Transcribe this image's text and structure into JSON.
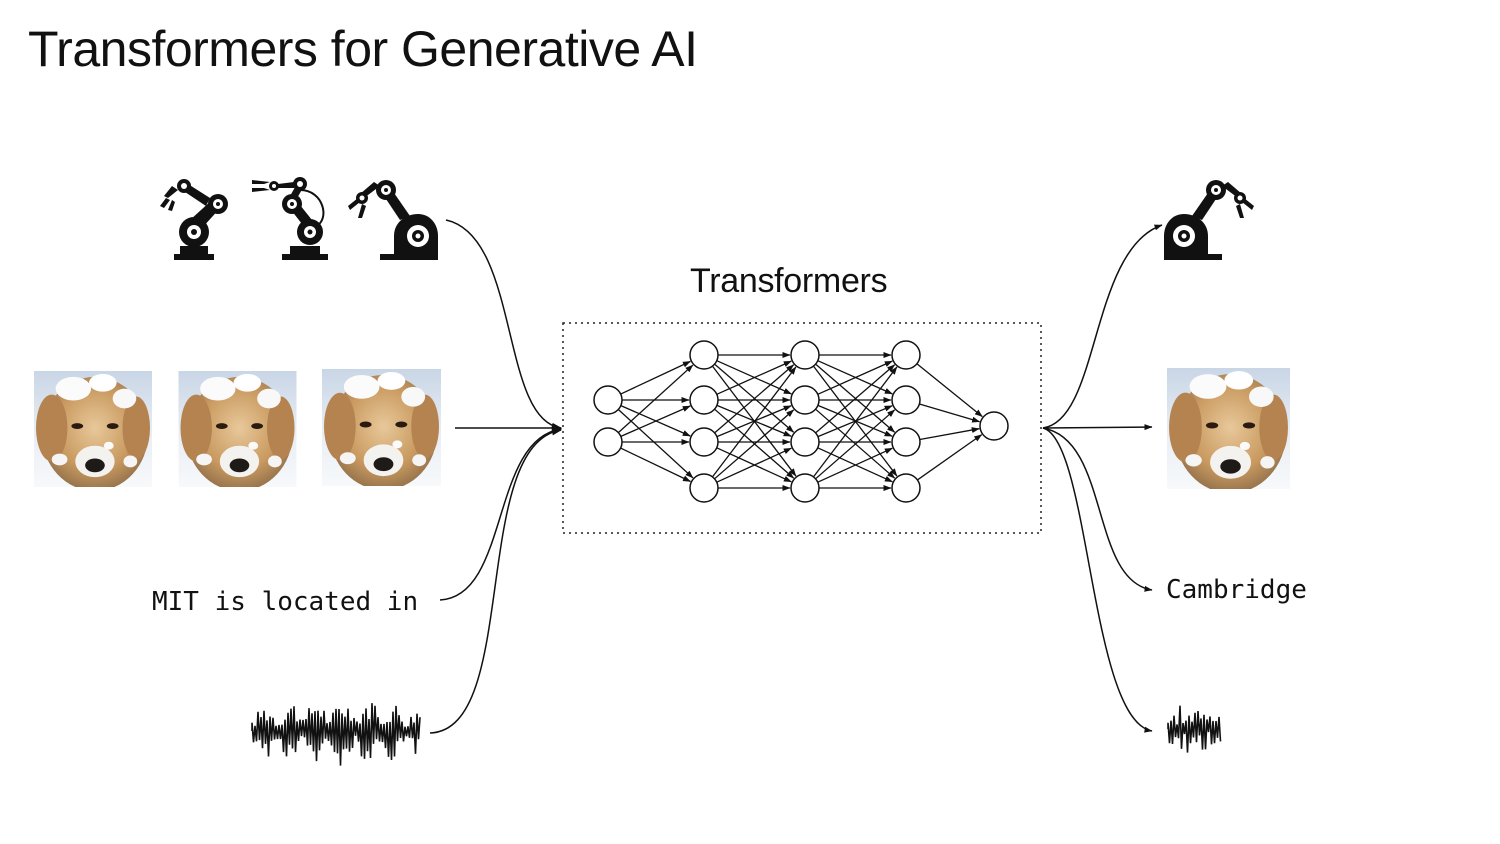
{
  "title": "Transformers for Generative AI",
  "network_label": "Transformers",
  "input_text": "MIT is located in",
  "output_text": "Cambridge",
  "inputs": [
    "robot-arm-sequence",
    "puppy-video-frames",
    "text-prompt",
    "audio-waveform"
  ],
  "outputs": [
    "robot-arm",
    "puppy-frame",
    "text-completion",
    "audio-waveform"
  ],
  "network": {
    "layers": [
      2,
      4,
      4,
      4,
      1
    ]
  }
}
